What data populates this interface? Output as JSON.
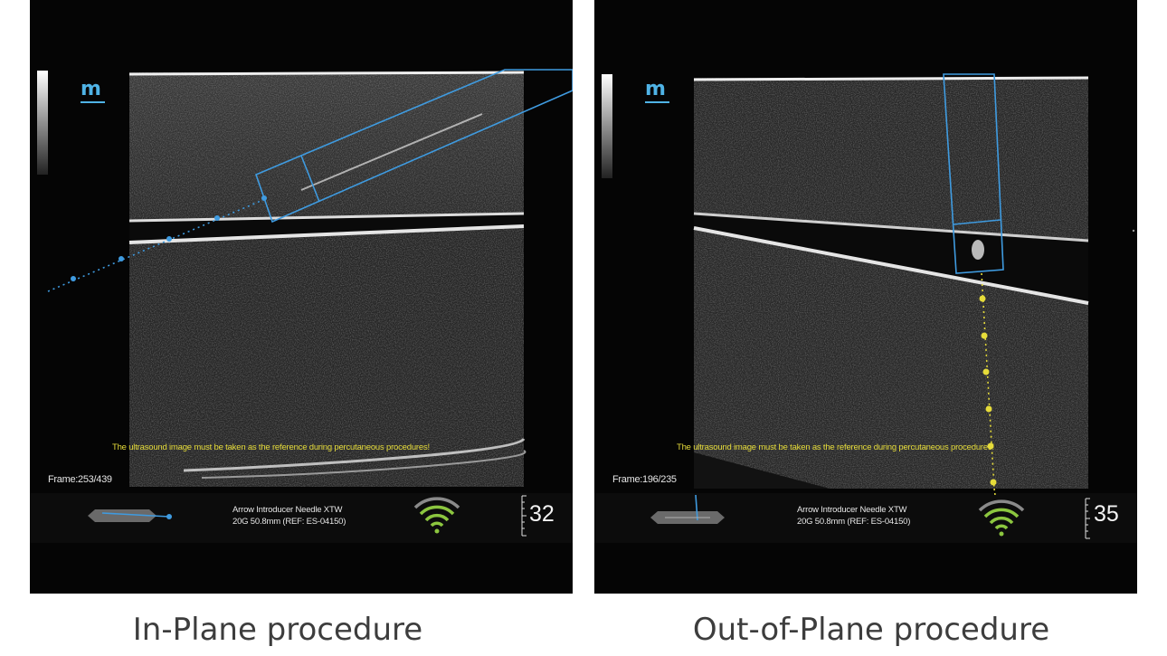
{
  "panels": [
    {
      "id": "in-plane",
      "logo": "m",
      "warning": "The ultrasound image must be taken as the reference during percutaneous procedures!",
      "frame": "Frame:253/439",
      "needle_name": "Arrow Introducer Needle XTW",
      "needle_spec": "20G 50.8mm (REF: ES-04150)",
      "depth": "32",
      "caption": "In-Plane procedure",
      "icons": [
        "probe-in-plane-icon",
        "signal-strength-icon",
        "depth-scale-icon"
      ]
    },
    {
      "id": "out-of-plane",
      "logo": "m",
      "warning": "The ultrasound image must be taken as the reference during percutaneous procedures!",
      "frame": "Frame:196/235",
      "needle_name": "Arrow Introducer Needle XTW",
      "needle_spec": "20G 50.8mm (REF: ES-04150)",
      "depth": "35",
      "caption": "Out-of-Plane procedure",
      "icons": [
        "probe-out-of-plane-icon",
        "signal-strength-icon",
        "depth-scale-icon"
      ]
    }
  ],
  "colors": {
    "guide_blue": "#3f9be0",
    "guide_yellow": "#e6dc3a",
    "signal_green": "#8cc63f",
    "signal_gray": "#8a8a8a",
    "caption_text": "#3d3d3d"
  }
}
